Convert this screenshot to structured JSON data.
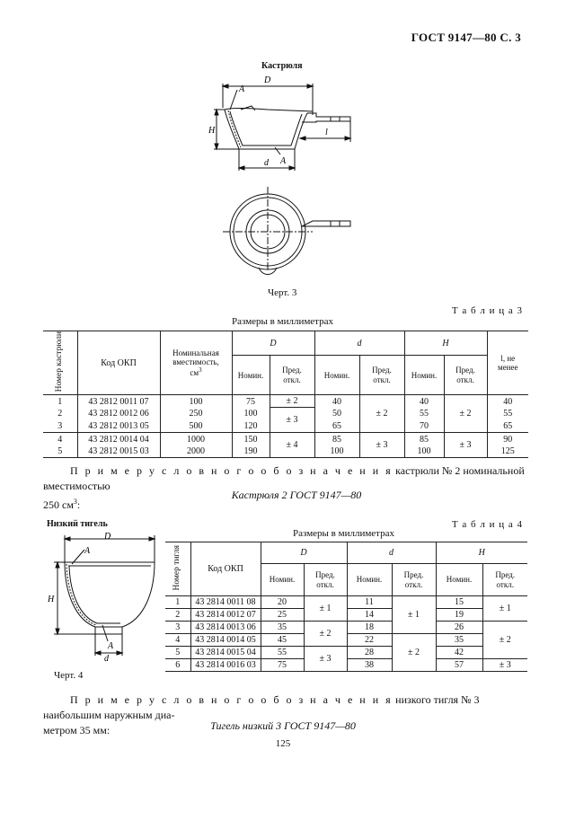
{
  "header": "ГОСТ 9147—80 С. 3",
  "fig3": {
    "title": "Кастрюля",
    "caption": "Черт. 3",
    "labels": {
      "D": "D",
      "A1": "A",
      "H": "H",
      "l": "l",
      "A2": "A",
      "d": "d"
    }
  },
  "table3": {
    "label": "Т а б л и ц а  3",
    "units": "Размеры в миллиметрах",
    "headers": {
      "num": "Номер кастрюли",
      "code": "Код ОКП",
      "capacity_1": "Номинальная",
      "capacity_2": "вместимость,",
      "capacity_3": "см",
      "capacity_sup": "3",
      "D": "D",
      "d": "d",
      "H": "H",
      "l_1": "l, не",
      "l_2": "менее",
      "nom": "Номин.",
      "dev_1": "Пред.",
      "dev_2": "откл."
    },
    "rows": [
      {
        "num": "1",
        "code": "43 2812 0011 07",
        "cap": "100",
        "D": "75",
        "Ddev": "± 2",
        "d": "40",
        "H": "40",
        "l": "40"
      },
      {
        "num": "2",
        "code": "43 2812 0012 06",
        "cap": "250",
        "D": "100",
        "d": "50",
        "H": "55",
        "l": "55"
      },
      {
        "num": "3",
        "code": "43 2812 0013 05",
        "cap": "500",
        "D": "120",
        "d": "65",
        "H": "70",
        "l": "65"
      },
      {
        "num": "4",
        "code": "43 2812 0014 04",
        "cap": "1000",
        "D": "150",
        "d": "85",
        "H": "85",
        "l": "90"
      },
      {
        "num": "5",
        "code": "43 2812 0015 03",
        "cap": "2000",
        "D": "190",
        "d": "100",
        "H": "100",
        "l": "125"
      }
    ],
    "merged": {
      "D_dev_23": "± 3",
      "D_dev_45": "± 4",
      "d_dev_123": "± 2",
      "d_dev_45": "± 3",
      "H_dev_123": "± 2",
      "H_dev_45": "± 3"
    }
  },
  "example3": {
    "lead": "П р и м е р   у с л о в н о г о   о б о з н а ч е н и я",
    "text": "  кастрюли № 2 номинальной вместимостью",
    "line2": "250 см",
    "line2_sup": "3",
    "line2_end": ":",
    "designation": "Кастрюля 2 ГОСТ 9147—80"
  },
  "fig4": {
    "title": "Низкий тигель",
    "caption": "Черт. 4",
    "labels": {
      "D": "D",
      "A1": "A",
      "H": "H",
      "A2": "A",
      "d": "d"
    }
  },
  "table4": {
    "label": "Т а б л и ц а  4",
    "units": "Размеры в миллиметрах",
    "headers": {
      "num": "Номер тигля",
      "code": "Код ОКП",
      "D": "D",
      "d": "d",
      "H": "H",
      "nom": "Номин.",
      "dev_1": "Пред.",
      "dev_2": "откл."
    },
    "rows": [
      {
        "num": "1",
        "code": "43 2814 0011 08",
        "D": "20",
        "d": "11",
        "H": "15"
      },
      {
        "num": "2",
        "code": "43 2814 0012 07",
        "D": "25",
        "d": "14",
        "H": "19"
      },
      {
        "num": "3",
        "code": "43 2814 0013 06",
        "D": "35",
        "d": "18",
        "H": "26"
      },
      {
        "num": "4",
        "code": "43 2814 0014 05",
        "D": "45",
        "d": "22",
        "H": "35"
      },
      {
        "num": "5",
        "code": "43 2814 0015 04",
        "D": "55",
        "d": "28",
        "H": "42"
      },
      {
        "num": "6",
        "code": "43 2814 0016 03",
        "D": "75",
        "d": "38",
        "H": "57"
      }
    ],
    "merged": {
      "D_dev_12": "± 1",
      "D_dev_34": "± 2",
      "D_dev_56": "± 3",
      "d_dev_123": "± 1",
      "d_dev_456": "± 2",
      "H_dev_12": "± 1",
      "H_dev_345": "± 2",
      "H_dev_6": "± 3"
    }
  },
  "example4": {
    "lead": "П р и м е р   у с л о в н о г о   о б о з н а ч е н и я",
    "text": "  низкого тигля № 3 наибольшим наружным диа-",
    "line2": "метром 35 мм:",
    "designation": "Тигель низкий 3 ГОСТ 9147—80"
  },
  "page_number": "125"
}
